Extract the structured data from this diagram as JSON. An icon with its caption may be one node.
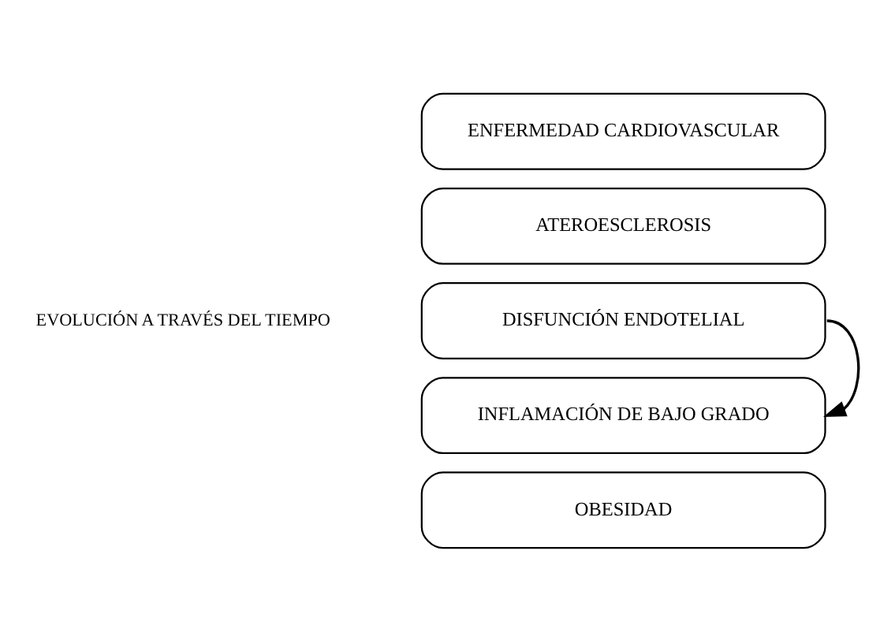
{
  "diagram": {
    "nodes": [
      {
        "text": [
          "ENFERMEDAD CARDIOVASCULAR"
        ]
      },
      {
        "text": [
          "ATEROESCLEROSIS"
        ]
      },
      {
        "text": [
          "DISFUNCIÓN ENDOTELIAL"
        ]
      },
      {
        "text": [
          "INFLAMACIÓN DE BAJO GRADO"
        ]
      },
      {
        "text": [
          "OBESIDAD"
        ]
      }
    ],
    "edges": [
      {
        "from": 2,
        "to": 3,
        "arrow": "to"
      }
    ],
    "labels": [
      "EVOLUCIÓN A TRAVÉS DEL TIEMPO"
    ]
  }
}
